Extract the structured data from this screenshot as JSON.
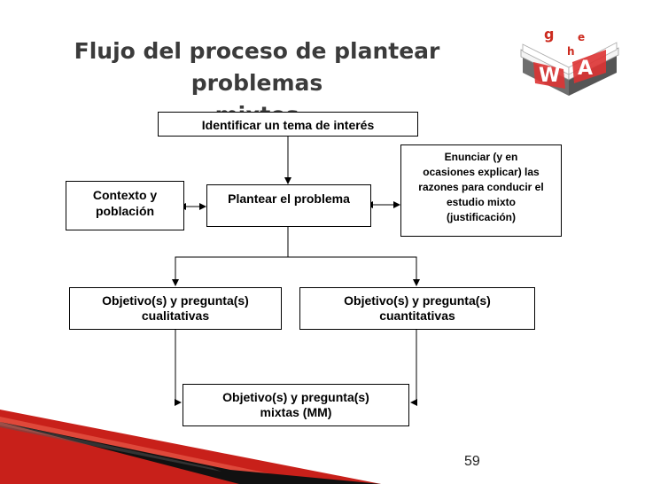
{
  "slide": {
    "title_line1": "Flujo del proceso de plantear problemas",
    "title_line2": "mixtos",
    "page_number": "59"
  },
  "diagram": {
    "identificar": "Identificar un tema de interés",
    "contexto": [
      "Contexto y",
      "población"
    ],
    "plantear": "Plantear el problema",
    "enunciar": [
      "Enunciar (y en",
      "ocasiones explicar) las",
      "razones para conducir el",
      "estudio mixto",
      "(justificación)"
    ],
    "cualitativas": [
      "Objetivo(s) y pregunta(s)",
      "cualitativas"
    ],
    "cuantitativas": [
      "Objetivo(s) y pregunta(s)",
      "cuantitativas"
    ],
    "mixtas": [
      "Objetivo(s) y pregunta(s)",
      "mixtas (MM)"
    ]
  },
  "logo": {
    "letters": [
      "g",
      "h",
      "e",
      "W",
      "A"
    ],
    "accent_color": "#cc2a1e"
  },
  "colors": {
    "title": "#3b3b3b",
    "swoosh_red": "#c8201a",
    "swoosh_dark": "#111111"
  }
}
